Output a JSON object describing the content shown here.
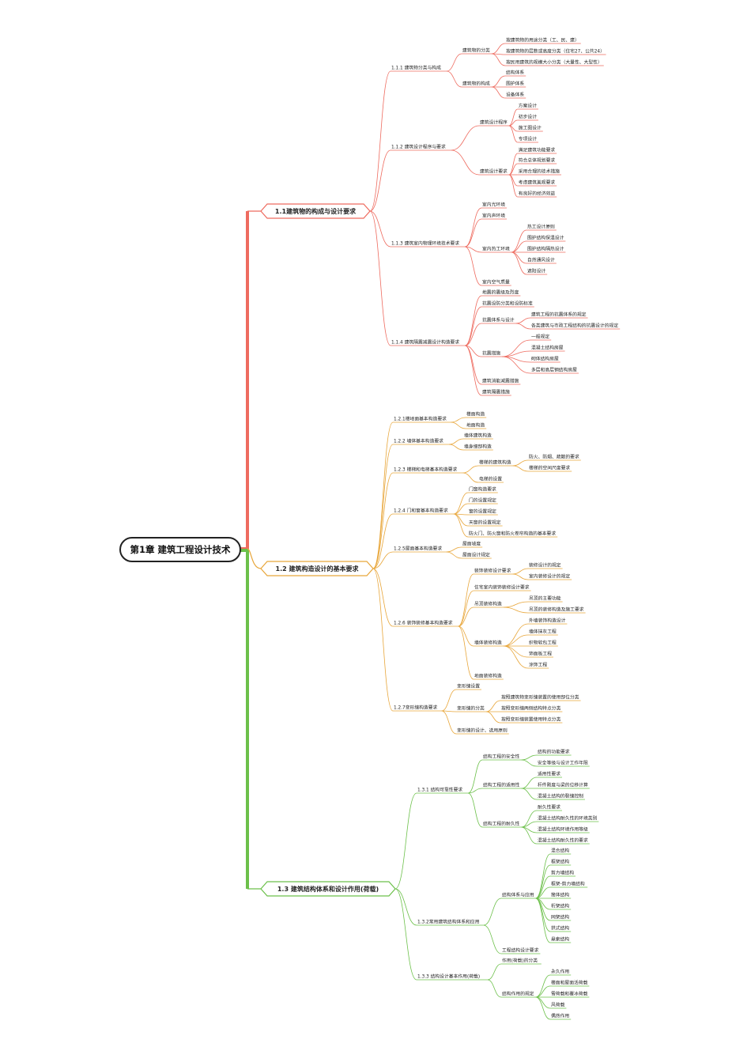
{
  "root": {
    "label": "第1章 建筑工程设计技术"
  },
  "colors": {
    "red": "#ee6b5f",
    "orange": "#e8a63a",
    "green": "#6cc04a"
  },
  "sections": [
    {
      "label": "1.1建筑物的构成与设计要求",
      "children": [
        {
          "label": "1.1.1 建筑物分类与构成",
          "children": [
            {
              "label": "建筑物的分类",
              "children": [
                {
                  "label": "按建筑物的用途分类（工、民、建）"
                },
                {
                  "label": "按建筑物的层数或高度分类（住宅27、公共24）"
                },
                {
                  "label": "按民用建筑的规模大小分类（大量性、大型性）"
                }
              ]
            },
            {
              "label": "建筑物的构成",
              "children": [
                {
                  "label": "结构体系"
                },
                {
                  "label": "围护体系"
                },
                {
                  "label": "设备体系"
                }
              ]
            }
          ]
        },
        {
          "label": "1.1.2 建筑设计程序与要求",
          "children": [
            {
              "label": "建筑设计程序",
              "children": [
                {
                  "label": "方案设计"
                },
                {
                  "label": "初步设计"
                },
                {
                  "label": "施工图设计"
                },
                {
                  "label": "专项设计"
                }
              ]
            },
            {
              "label": "建筑设计要求",
              "children": [
                {
                  "label": "满足建筑功能要求"
                },
                {
                  "label": "符合总体规划要求"
                },
                {
                  "label": "采用合理的技术措施"
                },
                {
                  "label": "考虑建筑美观要求"
                },
                {
                  "label": "有良好的经济效益"
                }
              ]
            }
          ]
        },
        {
          "label": "1.1.3 建筑室内物理环境技术要求",
          "children": [
            {
              "label": "室内光环境"
            },
            {
              "label": "室内声环境"
            },
            {
              "label": "室内热工环境",
              "children": [
                {
                  "label": "热工设计原则"
                },
                {
                  "label": "围护结构保温设计"
                },
                {
                  "label": "围护结构隔热设计"
                },
                {
                  "label": "自然通风设计"
                },
                {
                  "label": "遮阳设计"
                }
              ]
            },
            {
              "label": "室内空气质量"
            }
          ]
        },
        {
          "label": "1.1.4 建筑隔震减震设计构造要求",
          "children": [
            {
              "label": "地震的震级及烈度"
            },
            {
              "label": "抗震设防分类和设防标准"
            },
            {
              "label": "抗震体系与设计",
              "children": [
                {
                  "label": "建筑工程的抗震体系的规定"
                },
                {
                  "label": "各类建筑与市政工程结构的抗震设计的规定"
                }
              ]
            },
            {
              "label": "抗震措施",
              "children": [
                {
                  "label": "一般规定"
                },
                {
                  "label": "混凝土结构房屋"
                },
                {
                  "label": "砌体结构房屋"
                },
                {
                  "label": "多层和高层钢结构房屋"
                }
              ]
            },
            {
              "label": "建筑消能减震措施"
            },
            {
              "label": "建筑隔震措施"
            }
          ]
        }
      ]
    },
    {
      "label": "1.2 建筑构造设计的基本要求",
      "children": [
        {
          "label": "1.2.1楼地面基本构造要求",
          "children": [
            {
              "label": "楼面构造"
            },
            {
              "label": "地面构造"
            }
          ]
        },
        {
          "label": "1.2.2 墙体基本构造要求",
          "children": [
            {
              "label": "墙体建筑构造"
            },
            {
              "label": "墙身细部构造"
            }
          ]
        },
        {
          "label": "1.2.3 楼梯和电梯基本构造要求",
          "children": [
            {
              "label": "楼梯的建筑构造",
              "children": [
                {
                  "label": "防火、防烟、疏散的要求"
                },
                {
                  "label": "楼梯的空间尺度要求"
                }
              ]
            },
            {
              "label": "电梯的设置"
            }
          ]
        },
        {
          "label": "1.2.4 门和窗基本构造要求",
          "children": [
            {
              "label": "门窗构造要求"
            },
            {
              "label": "门的设置规定"
            },
            {
              "label": "窗的设置规定"
            },
            {
              "label": "天窗的设置规定"
            },
            {
              "label": "防火门、防火窗和防火卷帘构造的基本要求"
            }
          ]
        },
        {
          "label": "1.2.5屋面基本构造要求",
          "children": [
            {
              "label": "屋面坡度"
            },
            {
              "label": "屋面设计规定"
            }
          ]
        },
        {
          "label": "1.2.6 装饰装修基本构造要求",
          "children": [
            {
              "label": "装饰装修设计要求",
              "children": [
                {
                  "label": "装修设计的规定"
                },
                {
                  "label": "室内装修设计的规定"
                }
              ]
            },
            {
              "label": "住宅室内装饰装修设计要求"
            },
            {
              "label": "吊顶装修构造",
              "children": [
                {
                  "label": "吊顶的主要功能"
                },
                {
                  "label": "吊顶的装修构造及施工要求"
                }
              ]
            },
            {
              "label": "墙体装修构造",
              "children": [
                {
                  "label": "外墙装饰构造设计"
                },
                {
                  "label": "墙体抹灰工程"
                },
                {
                  "label": "织物软包工程"
                },
                {
                  "label": "饰面板工程"
                },
                {
                  "label": "涂饰工程"
                }
              ]
            },
            {
              "label": "地面装修构造"
            }
          ]
        },
        {
          "label": "1.2.7变形缝构造要求",
          "children": [
            {
              "label": "变形缝设置"
            },
            {
              "label": "变形缝的分类",
              "children": [
                {
                  "label": "按照建筑物变形缝装置的使用部位分类"
                },
                {
                  "label": "按照变形缝两侧结构特点分类"
                },
                {
                  "label": "按照变形缝装置使用特点分类"
                }
              ]
            },
            {
              "label": "变形缝的设计、选用原则"
            }
          ]
        }
      ]
    },
    {
      "label": "1.3 建筑结构体系和设计作用(荷载)",
      "children": [
        {
          "label": "1.3.1 结构可靠性要求",
          "children": [
            {
              "label": "结构工程的安全性",
              "children": [
                {
                  "label": "结构的功能要求"
                },
                {
                  "label": "安全等级与设计工作年限"
                }
              ]
            },
            {
              "label": "结构工程的适用性",
              "children": [
                {
                  "label": "适用性要求"
                },
                {
                  "label": "杆件刚度与梁的位移计算"
                },
                {
                  "label": "混凝土结构的裂缝控制"
                }
              ]
            },
            {
              "label": "结构工程的耐久性",
              "children": [
                {
                  "label": "耐久性要求"
                },
                {
                  "label": "混凝土结构耐久性的环境类别"
                },
                {
                  "label": "混凝土结构环境作用等级"
                },
                {
                  "label": "混凝土结构耐久性的要求"
                }
              ]
            }
          ]
        },
        {
          "label": "1.3.2常用建筑结构体系和应用",
          "children": [
            {
              "label": "结构体系与应用",
              "children": [
                {
                  "label": "混合结构"
                },
                {
                  "label": "框架结构"
                },
                {
                  "label": "剪力墙结构"
                },
                {
                  "label": "框架-剪力墙结构"
                },
                {
                  "label": "筒体结构"
                },
                {
                  "label": "桁架结构"
                },
                {
                  "label": "网架结构"
                },
                {
                  "label": "拱式结构"
                },
                {
                  "label": "悬索结构"
                }
              ]
            },
            {
              "label": "工程结构设计要求"
            }
          ]
        },
        {
          "label": "1.3.3 结构设计基本作用(荷载)",
          "children": [
            {
              "label": "作用(荷载)的分类"
            },
            {
              "label": "结构作用的规定",
              "children": [
                {
                  "label": "永久作用"
                },
                {
                  "label": "楼面和屋面活荷载"
                },
                {
                  "label": "雪荷载和覆冰荷载"
                },
                {
                  "label": "风荷载"
                },
                {
                  "label": "偶然作用"
                }
              ]
            }
          ]
        }
      ]
    }
  ]
}
